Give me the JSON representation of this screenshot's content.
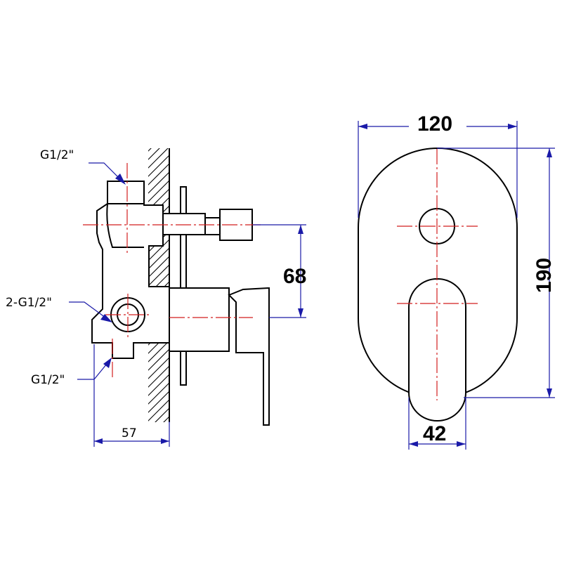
{
  "side_view": {
    "labels": {
      "top_inlet": "G1/2\"",
      "outlets": "2-G1/2\"",
      "bottom_inlet": "G1/2\""
    },
    "dimensions": {
      "depth": "57",
      "offset": "68"
    }
  },
  "front_view": {
    "dimensions": {
      "width": "120",
      "height": "190",
      "handle_width": "42"
    }
  },
  "colors": {
    "outline": "#000000",
    "centerline": "#d21f1f",
    "dimension": "#1a1aa8"
  }
}
